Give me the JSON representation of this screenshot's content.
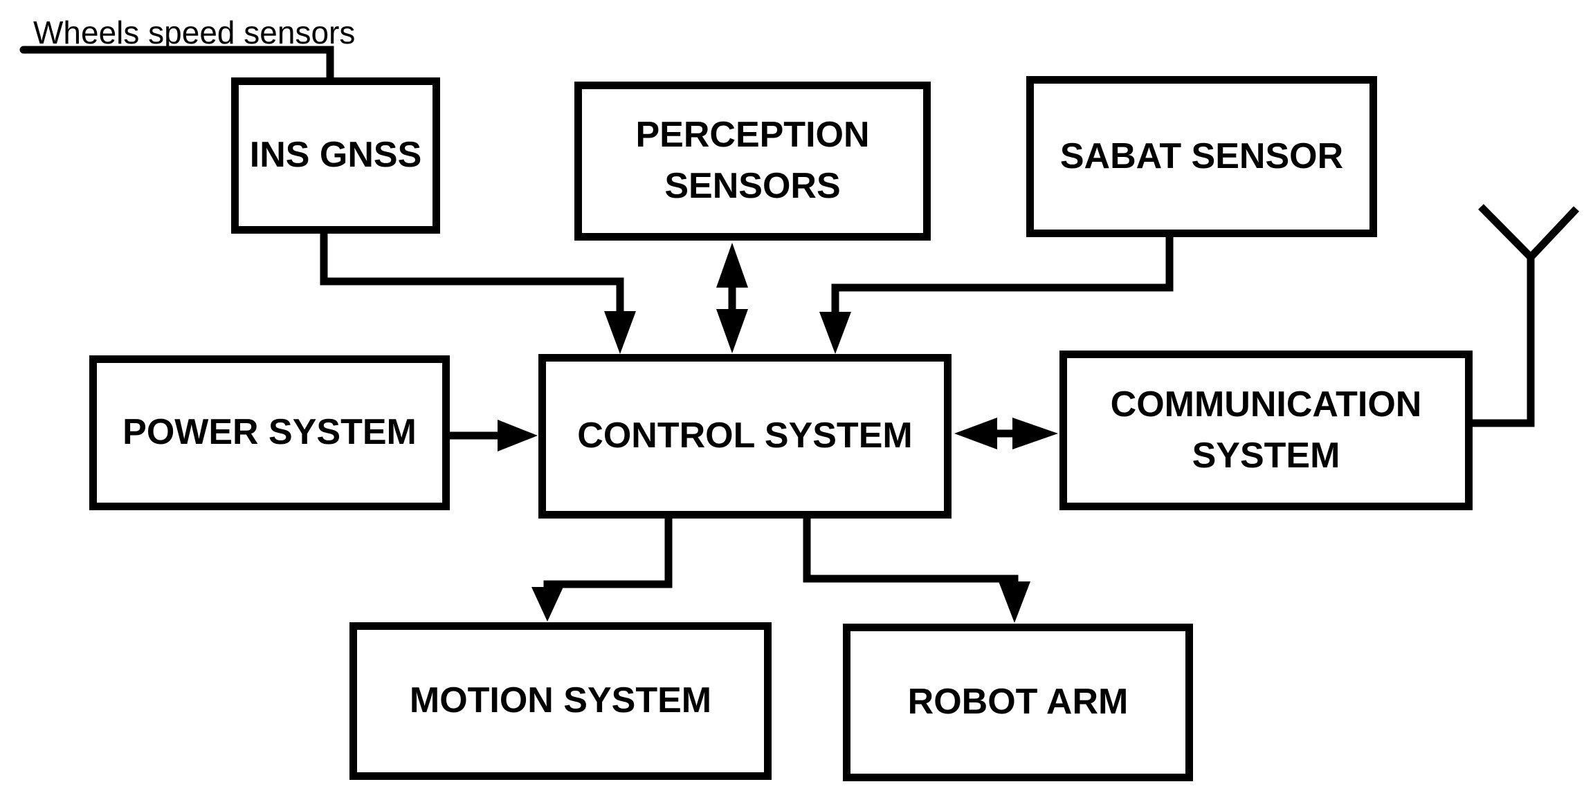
{
  "annotation": {
    "wheels_label": "Wheels speed sensors"
  },
  "blocks": {
    "ins_gnss": {
      "label": "INS GNSS"
    },
    "perception_sensors": {
      "line1": "PERCEPTION",
      "line2": "SENSORS"
    },
    "sabat_sensor": {
      "label": "SABAT SENSOR"
    },
    "power_system": {
      "label": "POWER SYSTEM"
    },
    "control_system": {
      "label": "CONTROL SYSTEM"
    },
    "communication_system": {
      "line1": "COMMUNICATION",
      "line2": "SYSTEM"
    },
    "motion_system": {
      "label": "MOTION SYSTEM"
    },
    "robot_arm": {
      "label": "ROBOT ARM"
    }
  },
  "connections": [
    {
      "from": "wheels-speed-sensors",
      "to": "ins-gnss",
      "type": "line"
    },
    {
      "from": "ins-gnss",
      "to": "control-system",
      "type": "arrow"
    },
    {
      "from": "perception-sensors",
      "to": "control-system",
      "type": "double-arrow"
    },
    {
      "from": "sabat-sensor",
      "to": "control-system",
      "type": "arrow"
    },
    {
      "from": "power-system",
      "to": "control-system",
      "type": "arrow"
    },
    {
      "from": "control-system",
      "to": "communication-system",
      "type": "double-arrow"
    },
    {
      "from": "control-system",
      "to": "motion-system",
      "type": "arrow"
    },
    {
      "from": "control-system",
      "to": "robot-arm",
      "type": "arrow"
    },
    {
      "from": "communication-system",
      "to": "antenna",
      "type": "line"
    }
  ],
  "colors": {
    "line": "#000000",
    "background": "#ffffff",
    "text": "#000000"
  }
}
